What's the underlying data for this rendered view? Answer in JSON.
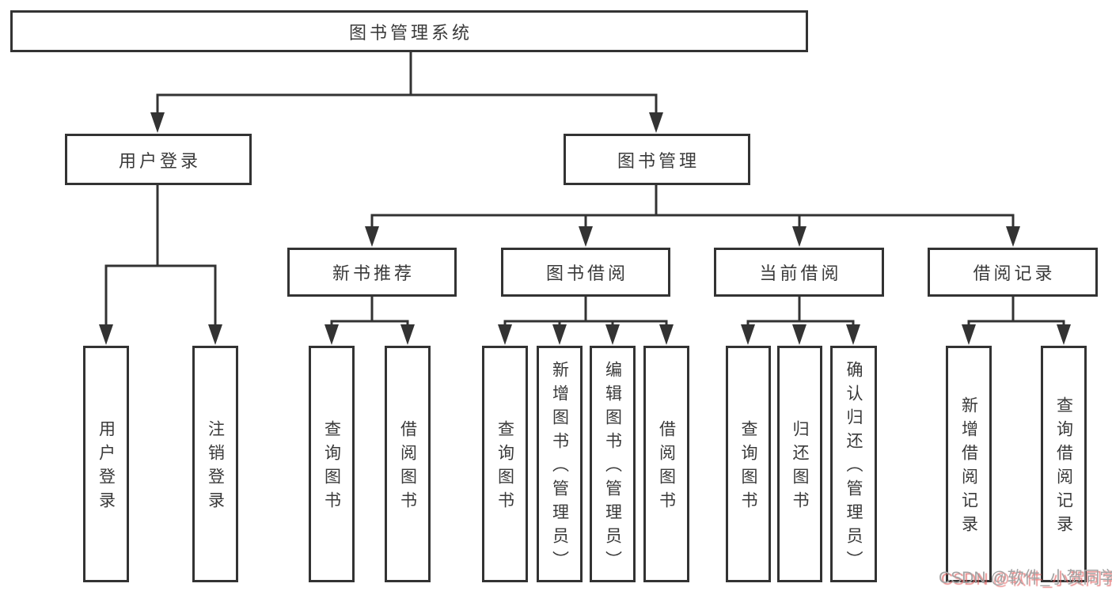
{
  "tree": {
    "root": {
      "label": "图书管理系统"
    },
    "branches": [
      {
        "label": "用户登录",
        "children": [
          {
            "label": "用户登录"
          },
          {
            "label": "注销登录"
          }
        ]
      },
      {
        "label": "图书管理",
        "children": [
          {
            "label": "新书推荐",
            "children": [
              {
                "label": "查询图书"
              },
              {
                "label": "借阅图书"
              }
            ]
          },
          {
            "label": "图书借阅",
            "children": [
              {
                "label": "查询图书"
              },
              {
                "label": "新增图书（管理员）"
              },
              {
                "label": "编辑图书（管理员）"
              },
              {
                "label": "借阅图书"
              }
            ]
          },
          {
            "label": "当前借阅",
            "children": [
              {
                "label": "查询图书"
              },
              {
                "label": "归还图书"
              },
              {
                "label": "确认归还（管理员）"
              }
            ]
          },
          {
            "label": "借阅记录",
            "children": [
              {
                "label": "新增借阅记录"
              },
              {
                "label": "查询借阅记录"
              }
            ]
          }
        ]
      }
    ]
  },
  "watermark": {
    "text": "CSDN @软件_小贺同学"
  },
  "colors": {
    "line": "#333333",
    "box_border": "#333333",
    "box_fill": "#ffffff",
    "text": "#3a3a3a",
    "watermark_gray": "#a3a3a3",
    "watermark_accent": "#e06060"
  }
}
